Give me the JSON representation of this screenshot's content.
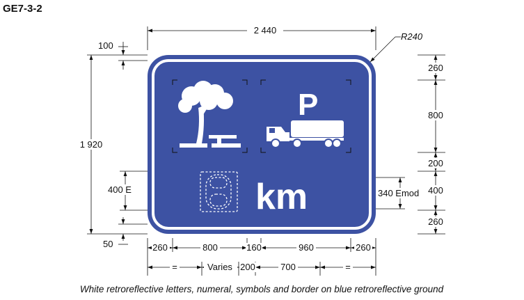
{
  "title": "GE7-3-2",
  "caption": "White retroreflective letters, numeral, symbols and border on blue retroreflective ground",
  "sign": {
    "parking_letter": "P",
    "distance_unit": "km",
    "colors": {
      "ground": "#3d52a3",
      "legend": "#ffffff"
    },
    "symbols": [
      "rest-area-tree-table-symbol",
      "truck-parking-symbol",
      "variable-numeral-placeholder"
    ]
  },
  "dimensions": {
    "overall_width": "2 440",
    "overall_height": "1 920",
    "corner_radius": "R240",
    "border_offset": "100",
    "bottom_offset": "50",
    "left_text_height": "400 E",
    "right_text_height": "340 Emod",
    "right_stack": [
      "260",
      "800",
      "200",
      "400",
      "260"
    ],
    "top_row": [
      "260",
      "800",
      "160",
      "960",
      "260"
    ],
    "bottom_row": [
      "=",
      "Varies",
      "200",
      "700",
      "="
    ]
  }
}
